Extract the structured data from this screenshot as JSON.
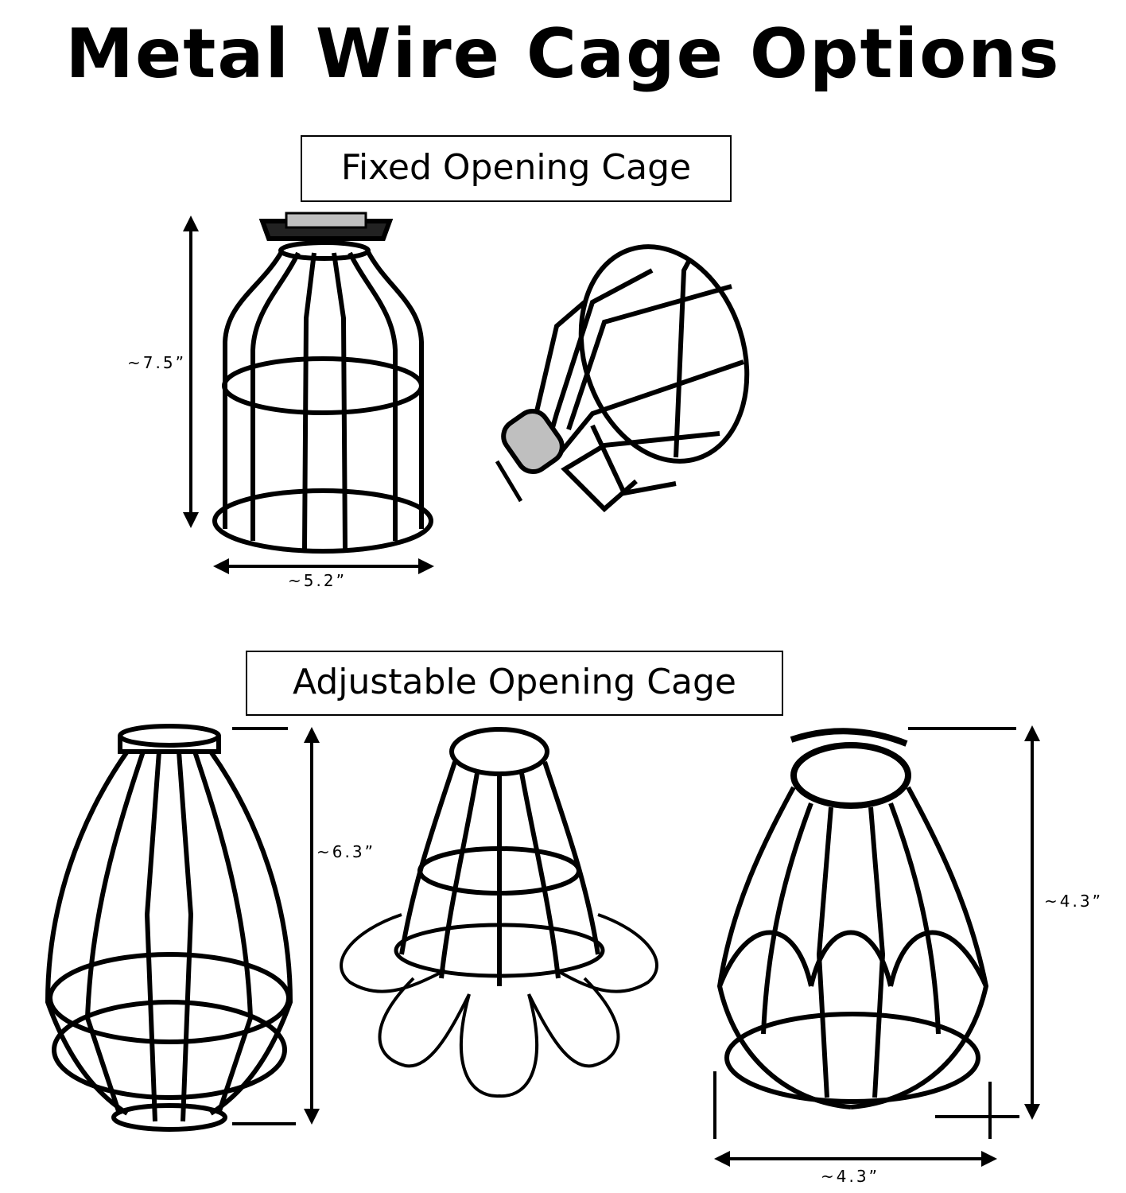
{
  "title": "Metal Wire Cage Options",
  "sections": {
    "fixed": {
      "label": "Fixed Opening Cage",
      "height_label": "~7.5”",
      "width_label": "~5.2”"
    },
    "adjustable": {
      "label": "Adjustable Opening Cage",
      "height_label": "~6.3”",
      "side_label": "~4.3”",
      "width_label": "~4.3”"
    }
  },
  "colors": {
    "ink": "#000000",
    "background": "#ffffff",
    "clamp": "#bfbfbf"
  }
}
